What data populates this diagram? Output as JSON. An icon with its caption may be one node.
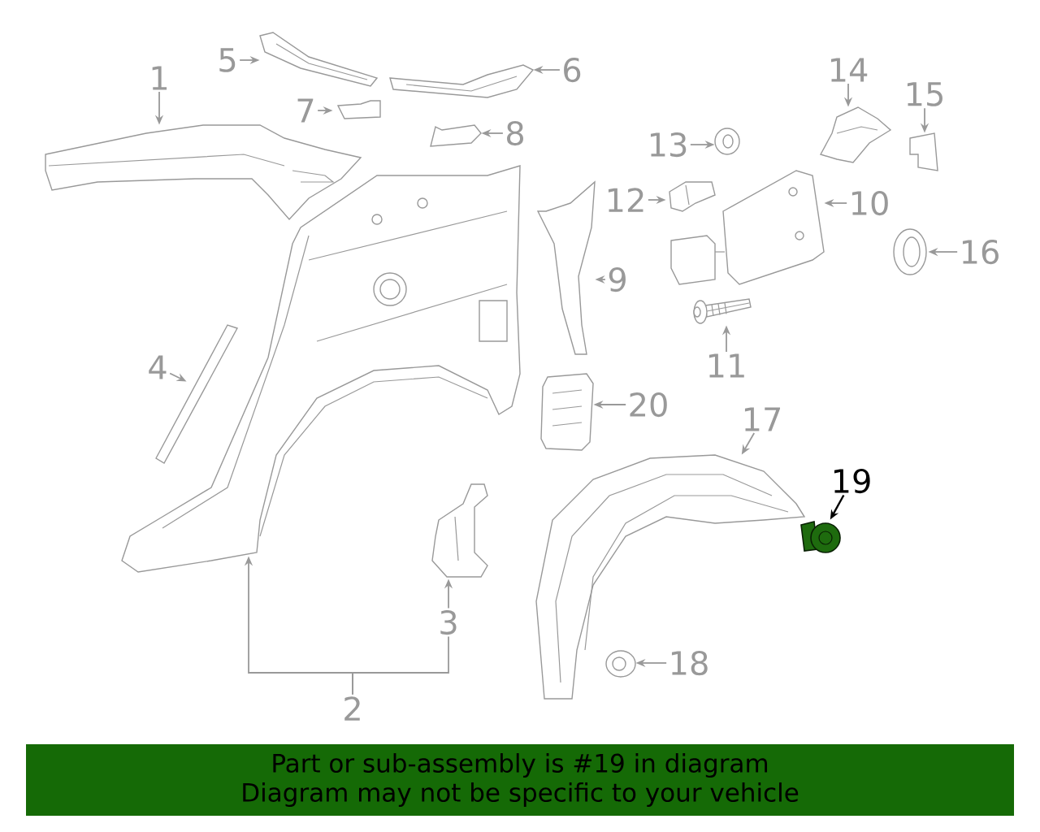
{
  "diagram": {
    "nodes": [
      {
        "text": [
          "1"
        ]
      },
      {
        "text": [],
        "shape": "picture"
      },
      {
        "text": [
          "5"
        ]
      },
      {
        "text": [],
        "shape": "picture"
      },
      {
        "text": [
          "6"
        ]
      },
      {
        "text": [],
        "shape": "picture"
      },
      {
        "text": [
          "7"
        ]
      },
      {
        "text": [],
        "shape": "picture"
      },
      {
        "text": [
          "8"
        ]
      },
      {
        "text": [],
        "shape": "picture"
      },
      {
        "text": [
          "14"
        ]
      },
      {
        "text": [],
        "shape": "picture"
      },
      {
        "text": [
          "15"
        ]
      },
      {
        "text": [],
        "shape": "picture"
      },
      {
        "text": [
          "13"
        ]
      },
      {
        "text": [],
        "shape": "picture"
      },
      {
        "text": [
          "12"
        ]
      },
      {
        "text": [],
        "shape": "picture"
      },
      {
        "text": [
          "10"
        ]
      },
      {
        "text": [],
        "shape": "picture"
      },
      {
        "text": [
          "16"
        ]
      },
      {
        "text": [],
        "shape": "picture"
      },
      {
        "text": [
          "9"
        ]
      },
      {
        "text": [],
        "shape": "picture"
      },
      {
        "text": [],
        "shape": "picture"
      },
      {
        "text": [
          "4"
        ]
      },
      {
        "text": [],
        "shape": "picture"
      },
      {
        "text": [
          "20"
        ]
      },
      {
        "text": [],
        "shape": "picture"
      },
      {
        "text": [
          "11"
        ]
      },
      {
        "text": [],
        "shape": "picture"
      },
      {
        "text": [
          "17"
        ]
      },
      {
        "text": [],
        "shape": "picture"
      },
      {
        "text": [
          "19"
        ]
      },
      {
        "text": [],
        "shape": "picture"
      },
      {
        "text": [],
        "shape": "picture"
      },
      {
        "text": [
          "3"
        ]
      },
      {
        "text": [
          "18"
        ]
      },
      {
        "text": [],
        "shape": "picture"
      },
      {
        "text": [
          "2"
        ]
      },
      {
        "text": [
          "Part or sub-assembly is #19 in diagram",
          "Diagram may not be specific to your vehicle"
        ]
      }
    ],
    "edges": [
      {
        "from": 0,
        "to": 1,
        "arrow": "to"
      },
      {
        "from": 2,
        "to": 3,
        "arrow": "to"
      },
      {
        "from": 4,
        "to": 5,
        "arrow": "to"
      },
      {
        "from": 6,
        "to": 7,
        "arrow": "to"
      },
      {
        "from": 8,
        "to": 9,
        "arrow": "to"
      },
      {
        "from": 10,
        "to": 11,
        "arrow": "to"
      },
      {
        "from": 12,
        "to": 13,
        "arrow": "to"
      },
      {
        "from": 14,
        "to": 15,
        "arrow": "to"
      },
      {
        "from": 16,
        "to": 17,
        "arrow": "to"
      },
      {
        "from": 18,
        "to": 19,
        "arrow": "to"
      },
      {
        "from": 20,
        "to": 21,
        "arrow": "to"
      },
      {
        "from": 22,
        "to": 23,
        "arrow": "to"
      },
      {
        "from": 25,
        "to": 26,
        "arrow": "to"
      },
      {
        "from": 27,
        "to": 28,
        "arrow": "to"
      },
      {
        "from": 29,
        "to": 30,
        "arrow": "to"
      },
      {
        "from": 31,
        "to": 32,
        "arrow": "to"
      },
      {
        "from": 33,
        "to": 34,
        "arrow": "to",
        "color": "#000000"
      },
      {
        "from": 36,
        "to": 35,
        "arrow": "to"
      },
      {
        "from": 37,
        "to": 38,
        "arrow": "to"
      },
      {
        "from": 39,
        "to": 24,
        "arrow": "to"
      },
      {
        "from": 39,
        "to": 36,
        "arrow": "none"
      }
    ]
  }
}
